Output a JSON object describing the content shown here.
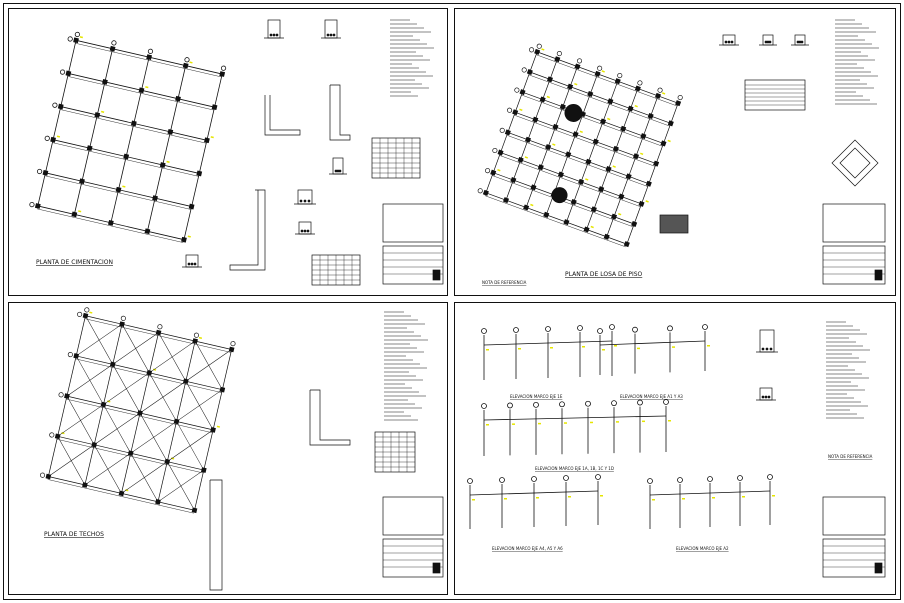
{
  "sheet": {
    "background": "#ffffff",
    "line_color": "#111111",
    "accent": "#e6e600",
    "fill": "#111111"
  },
  "panels": [
    {
      "id": "p1",
      "title": "PLANTA DE CIMENTACION"
    },
    {
      "id": "p2",
      "title": "PLANTA DE LOSA DE PISO"
    },
    {
      "id": "p3",
      "title": "PLANTA DE TECHOS"
    },
    {
      "id": "p4",
      "title": ""
    }
  ],
  "elevations": [
    "ELEVACION MARCO EJE 1E",
    "ELEVACION MARCO EJE A1 Y A3",
    "ELEVACION MARCO EJE 1A, 1B, 1C Y 1D",
    "ELEVACION MARCO EJE A4, A5 Y A6",
    "ELEVACION MARCO EJE A2"
  ],
  "misc": {
    "nota": "NOTA DE REFERENCIA"
  }
}
